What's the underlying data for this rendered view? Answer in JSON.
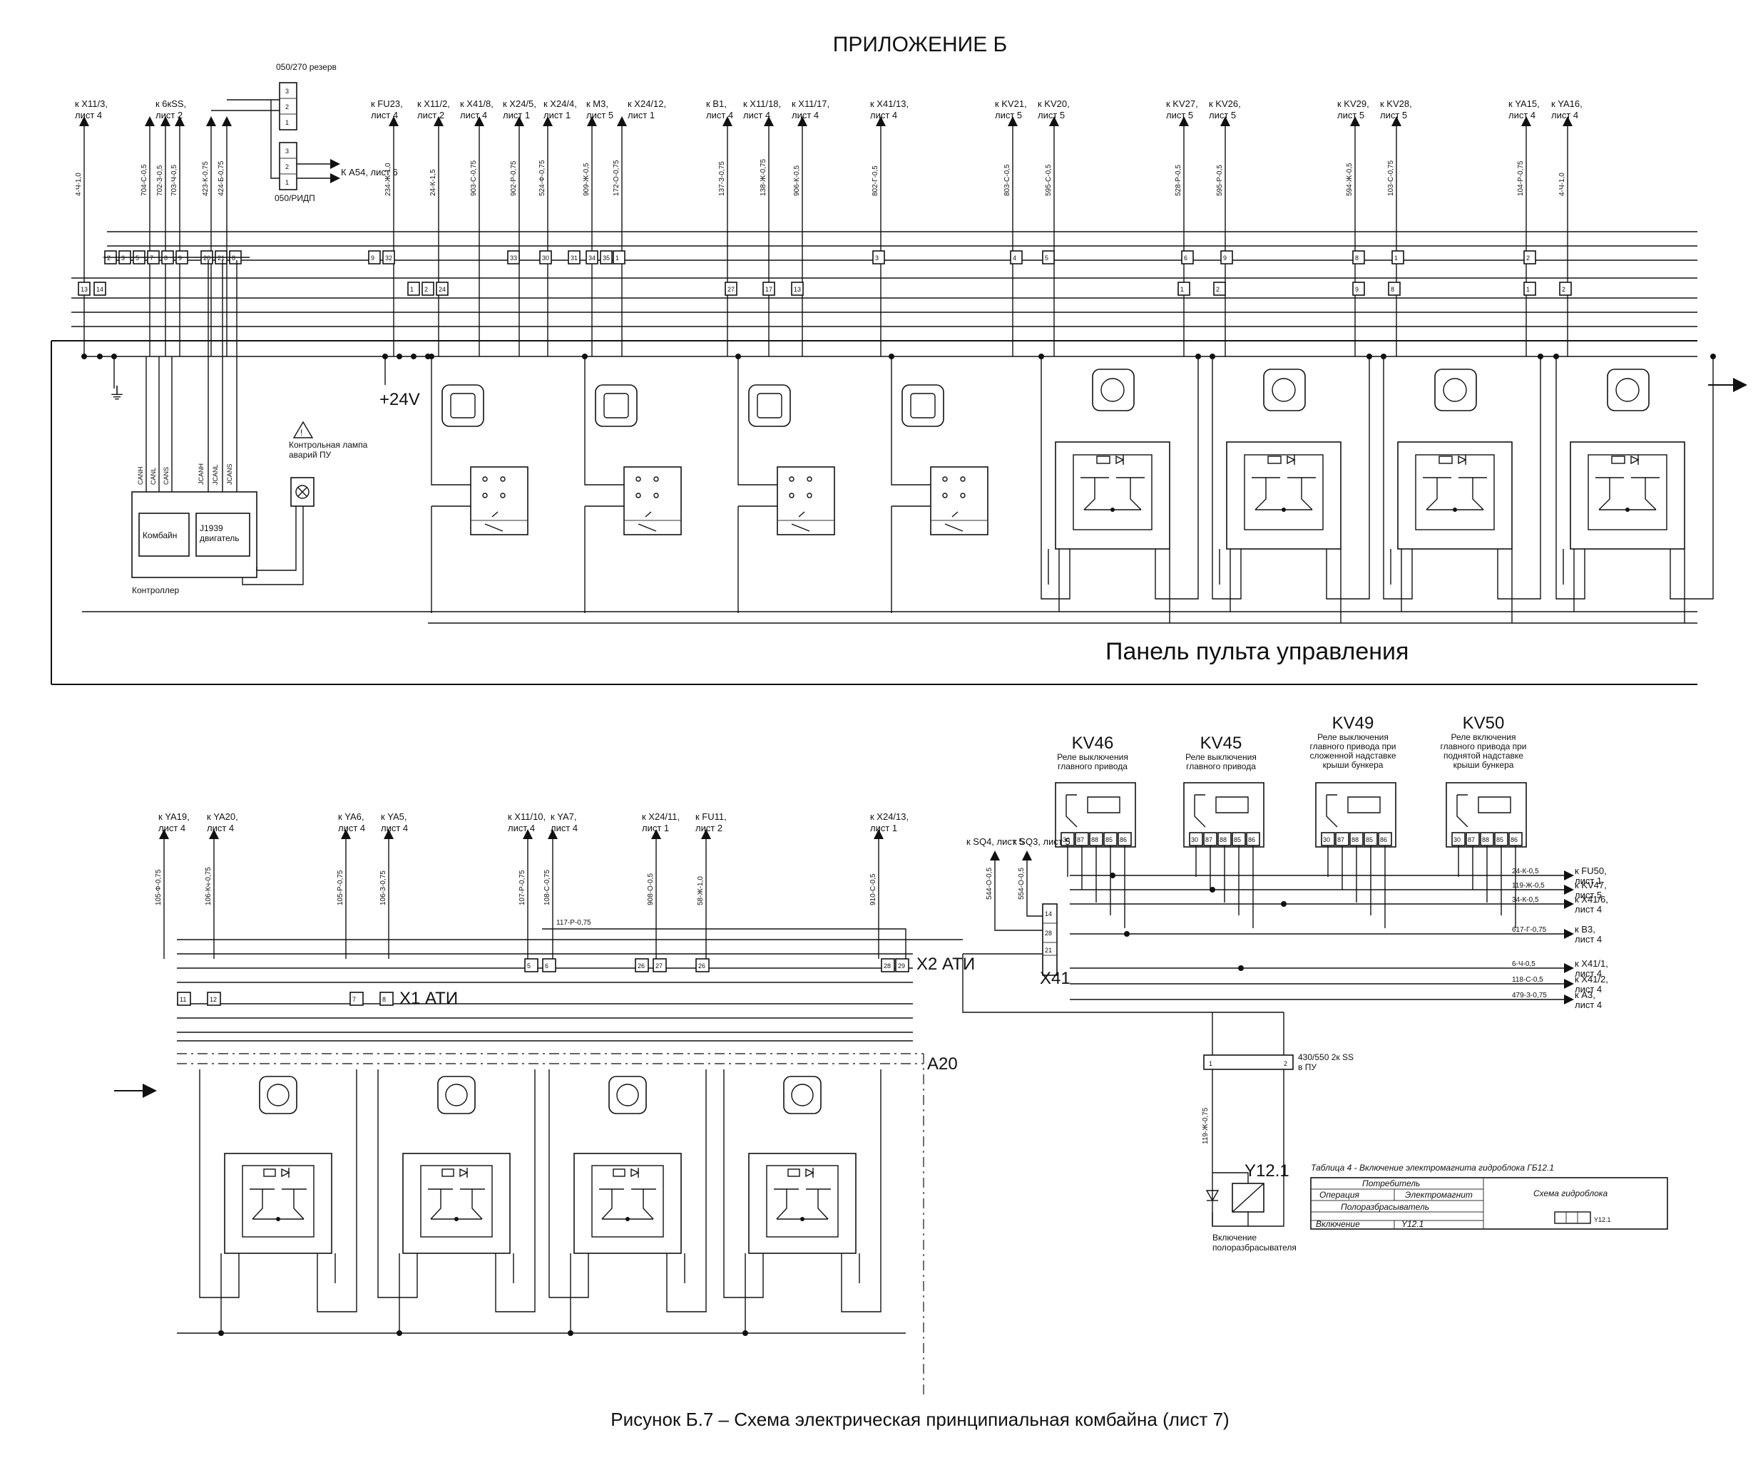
{
  "title": "ПРИЛОЖЕНИЕ Б",
  "caption": "Рисунок Б.7 – Схема электрическая принципиальная комбайна (лист 7)",
  "top": {
    "destinations": [
      {
        "id": "d1",
        "text": "к X11/3, лист 4"
      },
      {
        "id": "d2",
        "text": "к 6кSS, лист 2"
      },
      {
        "id": "d3",
        "text": "к FU23, лист 4"
      },
      {
        "id": "d4",
        "text": "к X11/2, лист 2"
      },
      {
        "id": "d5",
        "text": "к X41/8, лист 4"
      },
      {
        "id": "d6",
        "text": "к X24/5, лист 1"
      },
      {
        "id": "d7",
        "text": "к X24/4, лист 1"
      },
      {
        "id": "d8",
        "text": "к M3, лист 5"
      },
      {
        "id": "d9",
        "text": "к X24/12, лист 1"
      },
      {
        "id": "d10",
        "text": "к B1, лист 4"
      },
      {
        "id": "d11",
        "text": "к X11/18, лист 4"
      },
      {
        "id": "d12",
        "text": "к X11/17, лист 4"
      },
      {
        "id": "d13",
        "text": "к X41/13, лист 4"
      },
      {
        "id": "d14",
        "text": "к KV21, лист 5"
      },
      {
        "id": "d15",
        "text": "к KV20, лист 5"
      },
      {
        "id": "d16",
        "text": "к KV27, лист 5"
      },
      {
        "id": "d17",
        "text": "к KV26, лист 5"
      },
      {
        "id": "d18",
        "text": "к KV29, лист 5"
      },
      {
        "id": "d19",
        "text": "к KV28, лист 5"
      },
      {
        "id": "d20",
        "text": "к YA15, лист 4"
      },
      {
        "id": "d21",
        "text": "к YA16, лист 4"
      }
    ],
    "wire_codes": [
      "4-Ч-1,0",
      "704-С-0,5",
      "702-З-0,5",
      "703-Ч-0,5",
      "423-К-0,75",
      "424-Б-0,75",
      "234-Ж-1,0",
      "24-К-1,5",
      "903-С-0,75",
      "902-Р-0,75",
      "524-Ф-0,75",
      "909-Ж-0,5",
      "172-О-0,75",
      "137-З-0,75",
      "138-Ж-0,75",
      "906-К-0,5",
      "802-Г-0,5",
      "803-С-0,5",
      "595-С-0,5",
      "528-Р-0,5",
      "595-Р-0,5",
      "594-Ж-0,5",
      "103-С-0,75",
      "104-Р-0,75"
    ],
    "connector_top": {
      "label": "050/270 резерв",
      "pins": [
        "3",
        "2",
        "1"
      ]
    },
    "connector_ridp": {
      "label": "050/РИДП",
      "pins": [
        "3",
        "2",
        "1"
      ]
    },
    "ka54": "К А54, лист 6",
    "terminals_row1": [
      "2",
      "3",
      "5",
      "7",
      "8",
      "9",
      "20",
      "21",
      "8",
      "9",
      "32",
      "33",
      "30",
      "31",
      "34",
      "35",
      "1",
      "3",
      "4",
      "5",
      "6",
      "9",
      "8",
      "1",
      "2"
    ],
    "terminals_row2": [
      "13",
      "14",
      "1",
      "2",
      "24",
      "27",
      "17",
      "13",
      "1",
      "2",
      "9",
      "8",
      "1",
      "2"
    ],
    "plus24": "+24V",
    "ground": "⏚",
    "lamp_label": "Контрольная лампа аварий ПУ",
    "controller": {
      "label": "Контроллер",
      "block1": "Комбайн",
      "block2": "J1939 двигатель",
      "pins": [
        "CANH",
        "CANL",
        "CANS",
        "JCANH",
        "JCANL",
        "JCANS"
      ]
    },
    "panel_label": "Панель пульта управления",
    "switch_icons": [
      "switch-toggle",
      "auto",
      "auger",
      "fan"
    ],
    "button_icons": [
      "reel",
      "thresher",
      "rpm",
      "unload"
    ]
  },
  "bottom": {
    "destinations": [
      {
        "id": "b1",
        "text": "к YA19, лист 4"
      },
      {
        "id": "b2",
        "text": "к YA20, лист 4"
      },
      {
        "id": "b3",
        "text": "к YA6, лист 4"
      },
      {
        "id": "b4",
        "text": "к YA5, лист 4"
      },
      {
        "id": "b5",
        "text": "к X11/10, лист 4"
      },
      {
        "id": "b6",
        "text": "к YA7, лист 4"
      },
      {
        "id": "b7",
        "text": "к X24/11, лист 1"
      },
      {
        "id": "b8",
        "text": "к FU11, лист 2"
      },
      {
        "id": "b9",
        "text": "к X24/13, лист 1"
      }
    ],
    "wire_codes": [
      "105-Ф-0,75",
      "106-Кч-0,75",
      "105-Р-0,75",
      "106-З-0,75",
      "107-Р-0,75",
      "108-С-0,75",
      "908-О-0,5",
      "58-Ж-1,0",
      "910-С-0,5"
    ],
    "wire_117": "117-Р-0,75",
    "x2": {
      "label": "X2 АТИ",
      "pins": [
        "5",
        "6",
        "26",
        "27",
        "26",
        "28",
        "29"
      ]
    },
    "x1": {
      "label": "X1 АТИ",
      "pins": [
        "11",
        "12",
        "7",
        "8"
      ]
    },
    "a20": "A20",
    "icons": [
      "reel-reverse",
      "rpm",
      "harvester",
      "hopper"
    ]
  },
  "relays": [
    {
      "name": "KV46",
      "desc": "Реле выключения главного привода",
      "pins": [
        "30",
        "87",
        "88",
        "85",
        "86"
      ]
    },
    {
      "name": "KV45",
      "desc": "Реле выключения главного привода",
      "pins": [
        "30",
        "87",
        "88",
        "85",
        "86"
      ]
    },
    {
      "name": "KV49",
      "desc": "Реле выключения главного привода при сложенной надставке крыши бункера",
      "pins": [
        "30",
        "87",
        "88",
        "85",
        "86"
      ]
    },
    {
      "name": "KV50",
      "desc": "Реле включения главного привода при поднятой надставке крыши бункера",
      "pins": [
        "30",
        "87",
        "88",
        "85",
        "86"
      ]
    }
  ],
  "right_block": {
    "sq": [
      {
        "text": "к SQ4, лист 5"
      },
      {
        "text": "к SQ3, лист 5"
      }
    ],
    "sq_wires": [
      "544-О-0,5",
      "554-О-0,5"
    ],
    "x41": {
      "label": "X41",
      "pins": [
        "14",
        "28",
        "21"
      ]
    },
    "outputs": [
      {
        "wire": "24-К-0,5",
        "text": "к FU50, лист 1"
      },
      {
        "wire": "119-Ж-0,5",
        "text": "к KV47, лист 5"
      },
      {
        "wire": "34-К-0,5",
        "text": "к X41/6, лист 4"
      },
      {
        "wire": "617-Г-0,75",
        "text": "к B3, лист 4"
      },
      {
        "wire": "6-Ч-0,5",
        "text": "к X41/1, лист 4"
      },
      {
        "wire": "118-С-0,5",
        "text": "к X41/2, лист 4"
      },
      {
        "wire": "479-З-0,75",
        "text": "к А3, лист 4"
      }
    ],
    "connector": {
      "label": "430/550 2к SS в ПУ",
      "pins": [
        "1",
        "2"
      ]
    },
    "wire_119": "119-Ж-0,75",
    "valve": "Y12.1",
    "valve_caption": "Включение полоразбрасывателя"
  },
  "table": {
    "title": "Таблица 4 - Включение электромагнита гидроблока ГБ12.1",
    "h1": "Потребитель",
    "h2": "Схема гидроблока",
    "c_op": "Операция",
    "c_em": "Электромагнит",
    "row_consumer": "Полоразбрасыватель",
    "row_op": "Включение",
    "row_em": "Y12.1",
    "scheme_label": "Y12.1"
  }
}
